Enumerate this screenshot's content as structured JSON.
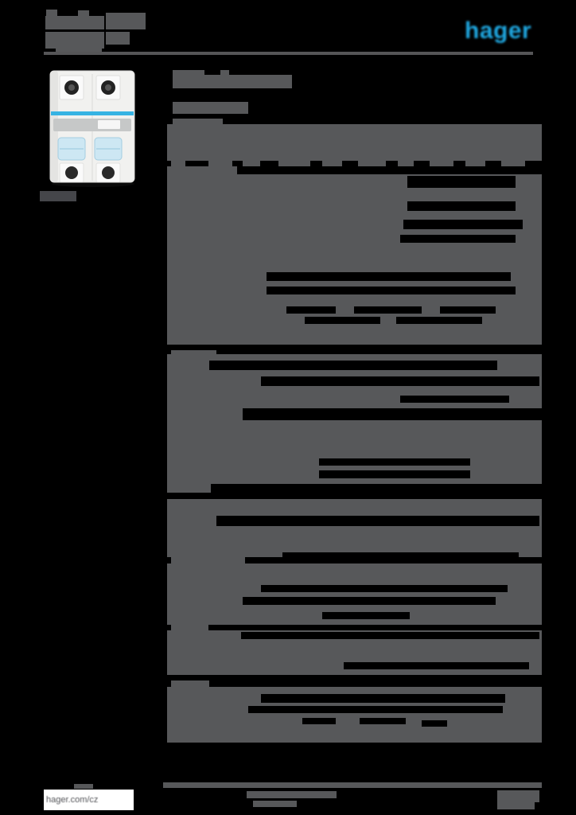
{
  "brand": {
    "logo_text": "hager",
    "logo_color": "#1fa7e0"
  },
  "product": {
    "photo_description": "2-pole Hager miniature circuit breaker, white body, cyan stripe, pale blue twin toggles, four screw terminals"
  },
  "footer": {
    "website": "hager.com/cz"
  },
  "redactions": {
    "note": "All other document text on this datasheet page is anonymized as solid gray blocks on a black page background",
    "layers": [
      {
        "name": "header-product-code-bar",
        "shade": "shade-bar",
        "rects": [
          [
            58,
            12,
            14,
            8
          ],
          [
            98,
            13,
            14,
            7
          ],
          [
            57,
            20,
            74,
            17
          ],
          [
            133,
            16,
            50,
            21
          ],
          [
            57,
            40,
            74,
            21
          ],
          [
            133,
            40,
            30,
            16
          ],
          [
            70,
            61,
            58,
            6
          ]
        ]
      },
      {
        "name": "header-divider",
        "shade": "shade-rule",
        "rects": [
          [
            55,
            65,
            615,
            4
          ]
        ]
      },
      {
        "name": "product-caption-bar",
        "shade": "shade-dark",
        "rects": [
          [
            50,
            240,
            46,
            13
          ]
        ]
      },
      {
        "name": "title-bar",
        "shade": "shade-bar",
        "rects": [
          [
            217,
            88,
            40,
            6
          ],
          [
            277,
            88,
            11,
            6
          ],
          [
            217,
            94,
            150,
            17
          ],
          [
            217,
            128,
            95,
            15
          ]
        ]
      },
      {
        "name": "description-bar",
        "shade": "shade-bar",
        "rects": [
          [
            217,
            149,
            63,
            7
          ],
          [
            210,
            156,
            471,
            46
          ],
          [
            215,
            202,
            18,
            7
          ],
          [
            262,
            202,
            30,
            7
          ],
          [
            305,
            202,
            22,
            7
          ],
          [
            350,
            202,
            40,
            7
          ],
          [
            405,
            202,
            25,
            7
          ],
          [
            450,
            202,
            35,
            7
          ],
          [
            500,
            202,
            20,
            7
          ],
          [
            540,
            202,
            30,
            7
          ],
          [
            585,
            202,
            25,
            7
          ],
          [
            630,
            202,
            30,
            7
          ]
        ]
      },
      {
        "name": "section-heading-bar",
        "shade": "shade-bar",
        "rects": [
          [
            210,
            209,
            88,
            10
          ],
          [
            215,
            440,
            57,
            8
          ],
          [
            215,
            700,
            93,
            8
          ],
          [
            215,
            785,
            47,
            7
          ],
          [
            215,
            855,
            48,
            8
          ]
        ]
      },
      {
        "name": "spec-table-slab",
        "shade": "shade-bar",
        "rects": [
          [
            210,
            219,
            471,
            214
          ],
          [
            210,
            445,
            471,
            174
          ],
          [
            210,
            627,
            471,
            73
          ],
          [
            210,
            708,
            471,
            77
          ],
          [
            210,
            792,
            471,
            56
          ],
          [
            210,
            863,
            471,
            70
          ]
        ]
      },
      {
        "name": "spec-row-gap",
        "shade": "shade-gap",
        "rects": [
          [
            512,
            221,
            136,
            15
          ],
          [
            512,
            253,
            136,
            12
          ],
          [
            507,
            276,
            150,
            12
          ],
          [
            503,
            295,
            145,
            10
          ],
          [
            335,
            342,
            307,
            11
          ],
          [
            335,
            360,
            313,
            10
          ],
          [
            360,
            385,
            62,
            9
          ],
          [
            445,
            385,
            85,
            9
          ],
          [
            553,
            385,
            70,
            9
          ],
          [
            383,
            398,
            95,
            9
          ],
          [
            498,
            398,
            108,
            9
          ],
          [
            263,
            453,
            362,
            12
          ],
          [
            328,
            473,
            350,
            12
          ],
          [
            503,
            497,
            137,
            9
          ],
          [
            305,
            513,
            376,
            15
          ],
          [
            401,
            576,
            190,
            9
          ],
          [
            401,
            591,
            190,
            10
          ],
          [
            265,
            608,
            416,
            11
          ],
          [
            272,
            648,
            406,
            13
          ],
          [
            355,
            694,
            297,
            6
          ],
          [
            328,
            735,
            310,
            9
          ],
          [
            305,
            750,
            318,
            10
          ],
          [
            405,
            769,
            110,
            9
          ],
          [
            303,
            794,
            375,
            9
          ],
          [
            432,
            832,
            233,
            9
          ],
          [
            328,
            872,
            307,
            11
          ],
          [
            312,
            887,
            320,
            9
          ],
          [
            380,
            902,
            42,
            8
          ],
          [
            452,
            902,
            58,
            8
          ],
          [
            530,
            905,
            32,
            8
          ]
        ]
      },
      {
        "name": "footer-rule-bar",
        "shade": "shade-bar",
        "rects": [
          [
            205,
            983,
            476,
            7
          ],
          [
            93,
            985,
            24,
            6
          ]
        ]
      },
      {
        "name": "footer-text-bar",
        "shade": "shade-bar",
        "rects": [
          [
            310,
            994,
            113,
            9
          ],
          [
            318,
            1006,
            55,
            8
          ],
          [
            625,
            993,
            53,
            15
          ],
          [
            625,
            1008,
            47,
            9
          ]
        ]
      }
    ]
  }
}
